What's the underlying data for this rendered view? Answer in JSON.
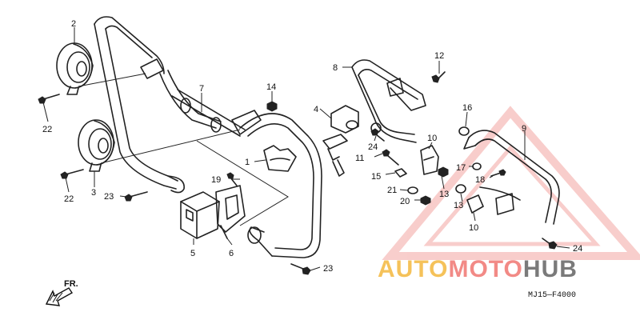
{
  "callouts": [
    {
      "id": "c1",
      "text": "1"
    },
    {
      "id": "c2",
      "text": "2"
    },
    {
      "id": "c3",
      "text": "3"
    },
    {
      "id": "c4",
      "text": "4"
    },
    {
      "id": "c5",
      "text": "5"
    },
    {
      "id": "c6",
      "text": "6"
    },
    {
      "id": "c7",
      "text": "7"
    },
    {
      "id": "c8",
      "text": "8"
    },
    {
      "id": "c9",
      "text": "9"
    },
    {
      "id": "c10a",
      "text": "10"
    },
    {
      "id": "c10b",
      "text": "10"
    },
    {
      "id": "c11",
      "text": "11"
    },
    {
      "id": "c12",
      "text": "12"
    },
    {
      "id": "c13a",
      "text": "13"
    },
    {
      "id": "c13b",
      "text": "13"
    },
    {
      "id": "c14",
      "text": "14"
    },
    {
      "id": "c15",
      "text": "15"
    },
    {
      "id": "c16",
      "text": "16"
    },
    {
      "id": "c17",
      "text": "17"
    },
    {
      "id": "c18",
      "text": "18"
    },
    {
      "id": "c19",
      "text": "19"
    },
    {
      "id": "c20",
      "text": "20"
    },
    {
      "id": "c21",
      "text": "21"
    },
    {
      "id": "c22a",
      "text": "22"
    },
    {
      "id": "c22b",
      "text": "22"
    },
    {
      "id": "c23a",
      "text": "23"
    },
    {
      "id": "c23b",
      "text": "23"
    },
    {
      "id": "c24a",
      "text": "24"
    },
    {
      "id": "c24b",
      "text": "24"
    }
  ],
  "direction_label": "FR.",
  "diagram_code": "MJ15—F4000",
  "watermark": {
    "part1": "AUTO",
    "part2": "MOTO",
    "part3": "HUB",
    "color_auto": "#f5c25a",
    "color_moto": "#f28a86",
    "color_hub": "#7a7a7a",
    "triangle_color": "#f3a6a2"
  }
}
